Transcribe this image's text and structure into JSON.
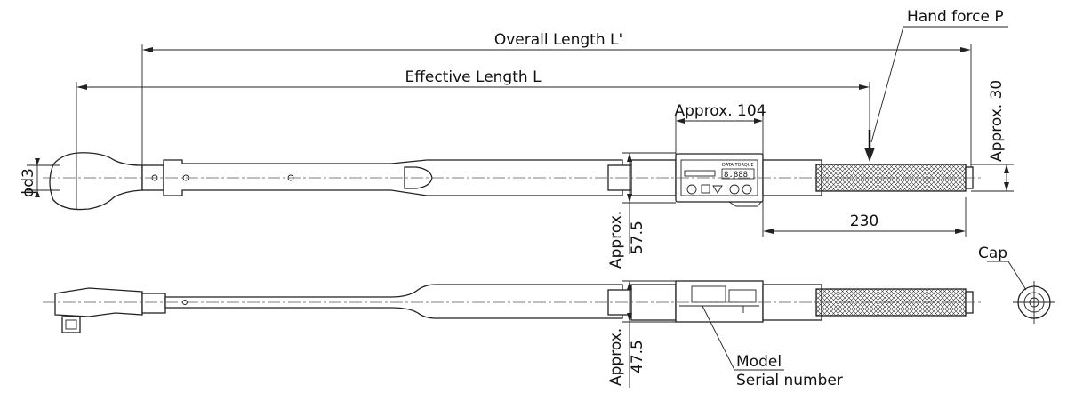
{
  "labels": {
    "overall_length": "Overall Length L'",
    "effective_length": "Effective Length L",
    "hand_force": "Hand force P",
    "approx_104": "Approx. 104",
    "approx_30": "Approx. 30",
    "phi_d3": "ϕd3",
    "approx_57_5_line1": "Approx.",
    "approx_57_5_line2": "57.5",
    "dim_230": "230",
    "approx_47_5_line1": "Approx.",
    "approx_47_5_line2": "47.5",
    "cap": "Cap",
    "model": "Model",
    "serial_number": "Serial number"
  },
  "display": {
    "brand": "",
    "title": "DATA TORQUE",
    "digits": "8.888"
  }
}
